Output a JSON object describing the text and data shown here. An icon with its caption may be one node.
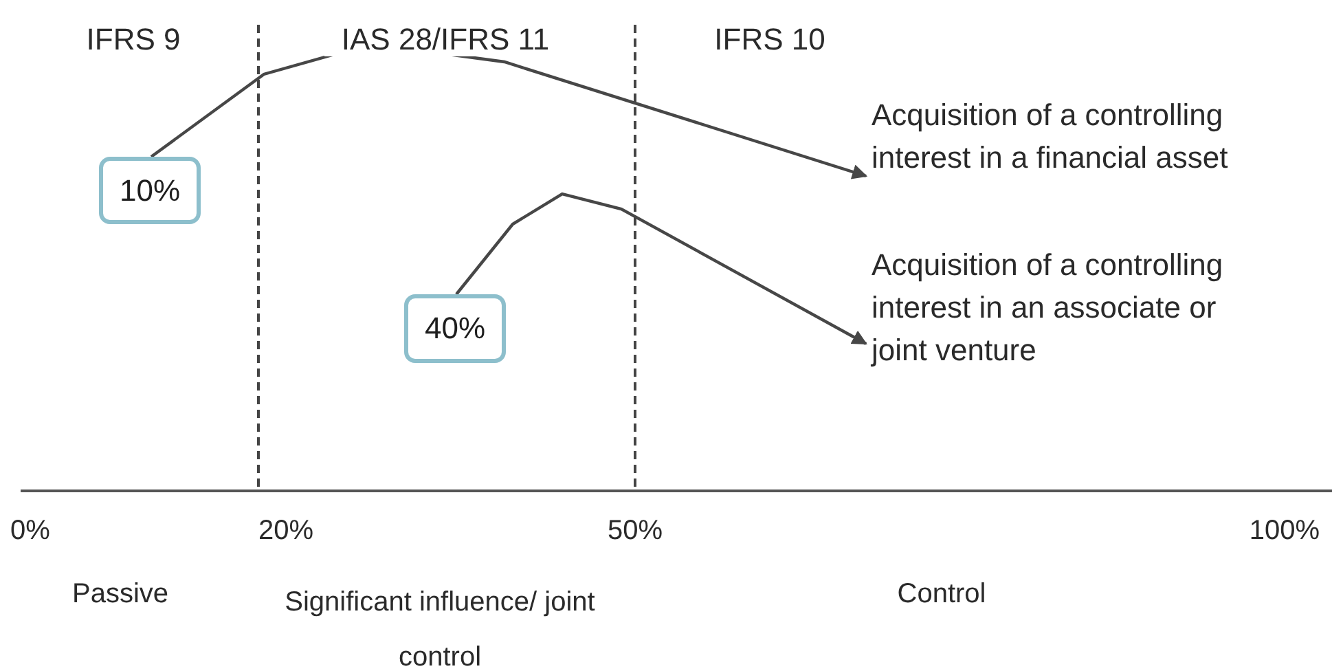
{
  "diagram": {
    "nodes": [
      {
        "text": [
          "10%"
        ]
      },
      {
        "text": [
          "40%"
        ]
      },
      {
        "text": [
          "Acquisition of a controlling interest in a financial asset"
        ]
      },
      {
        "text": [
          "Acquisition of a controlling interest in an associate or joint venture"
        ]
      }
    ],
    "edges": [
      {
        "from": 0,
        "to": 2,
        "arrow": "to"
      },
      {
        "from": 1,
        "to": 3,
        "arrow": "to"
      }
    ],
    "labels": [
      "IFRS 9",
      "IAS 28/IFRS 11",
      "IFRS 10",
      "0%",
      "20%",
      "50%",
      "100%",
      "Passive",
      "Significant influence/ joint control",
      "Control"
    ]
  }
}
